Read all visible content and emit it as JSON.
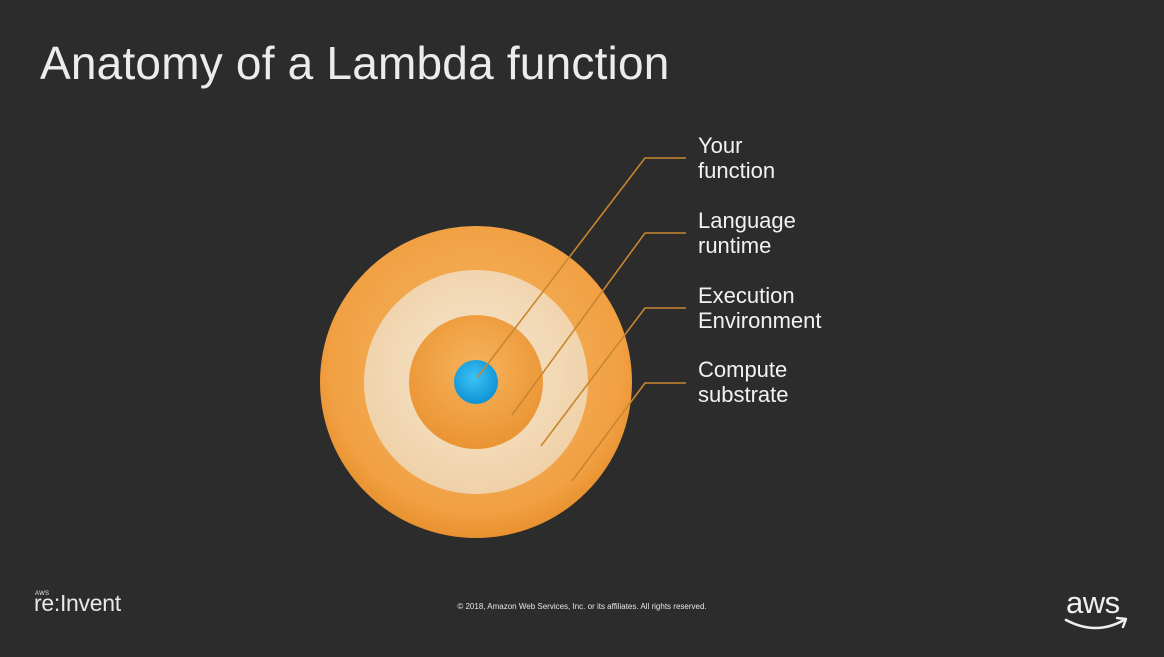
{
  "slide": {
    "title": "Anatomy of a Lambda function",
    "layers": [
      {
        "label_line1": "Your",
        "label_line2": "function"
      },
      {
        "label_line1": "Language",
        "label_line2": "runtime"
      },
      {
        "label_line1": "Execution",
        "label_line2": "Environment"
      },
      {
        "label_line1": "Compute",
        "label_line2": "substrate"
      }
    ],
    "colors": {
      "background": "#2c2c2c",
      "outer_ring": "#f2a54a",
      "middle_ring": "#f3dcbd",
      "inner_ring": "#f2a54a",
      "core": "#1aa7e6",
      "leader_line": "#c9862e"
    }
  },
  "footer": {
    "event_logo_small": "AWS",
    "event_logo": "re:Invent",
    "copyright": "© 2018, Amazon Web Services, Inc. or its affiliates. All rights reserved.",
    "aws_logo": "aws"
  }
}
